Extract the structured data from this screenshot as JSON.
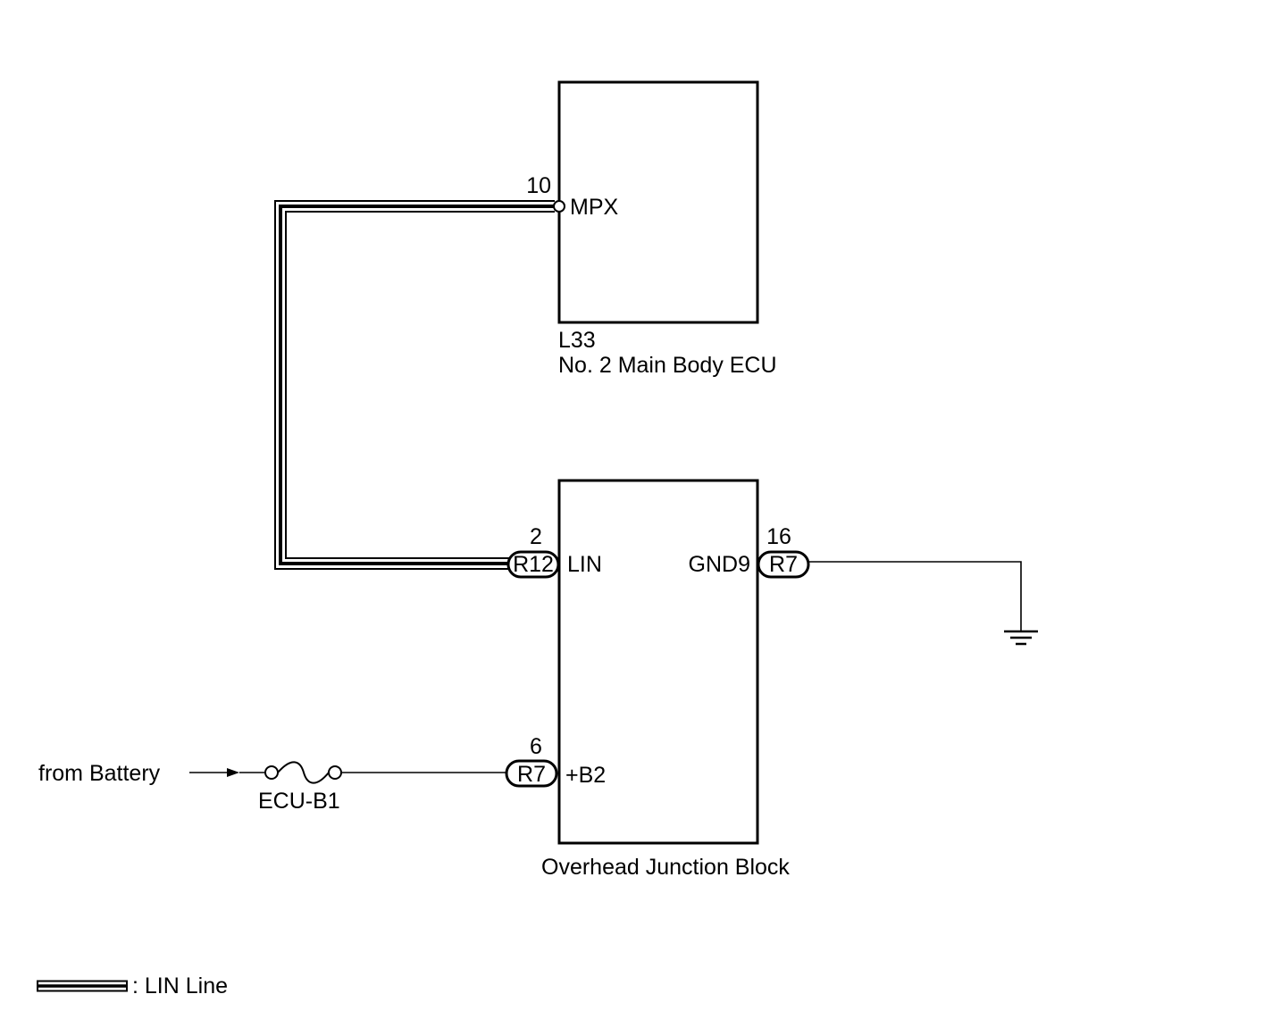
{
  "ecu": {
    "id": "L33",
    "name": "No. 2 Main Body ECU",
    "pin": "10",
    "terminal": "MPX"
  },
  "junction_block": {
    "name": "Overhead Junction Block",
    "lin": {
      "pin": "2",
      "connector": "R12",
      "terminal": "LIN"
    },
    "gnd": {
      "pin": "16",
      "connector": "R7",
      "terminal": "GND9"
    },
    "b2": {
      "pin": "6",
      "connector": "R7",
      "terminal": "+B2"
    }
  },
  "source": {
    "label": "from Battery",
    "fuse": "ECU-B1"
  },
  "legend": {
    "text": ": LIN Line"
  }
}
